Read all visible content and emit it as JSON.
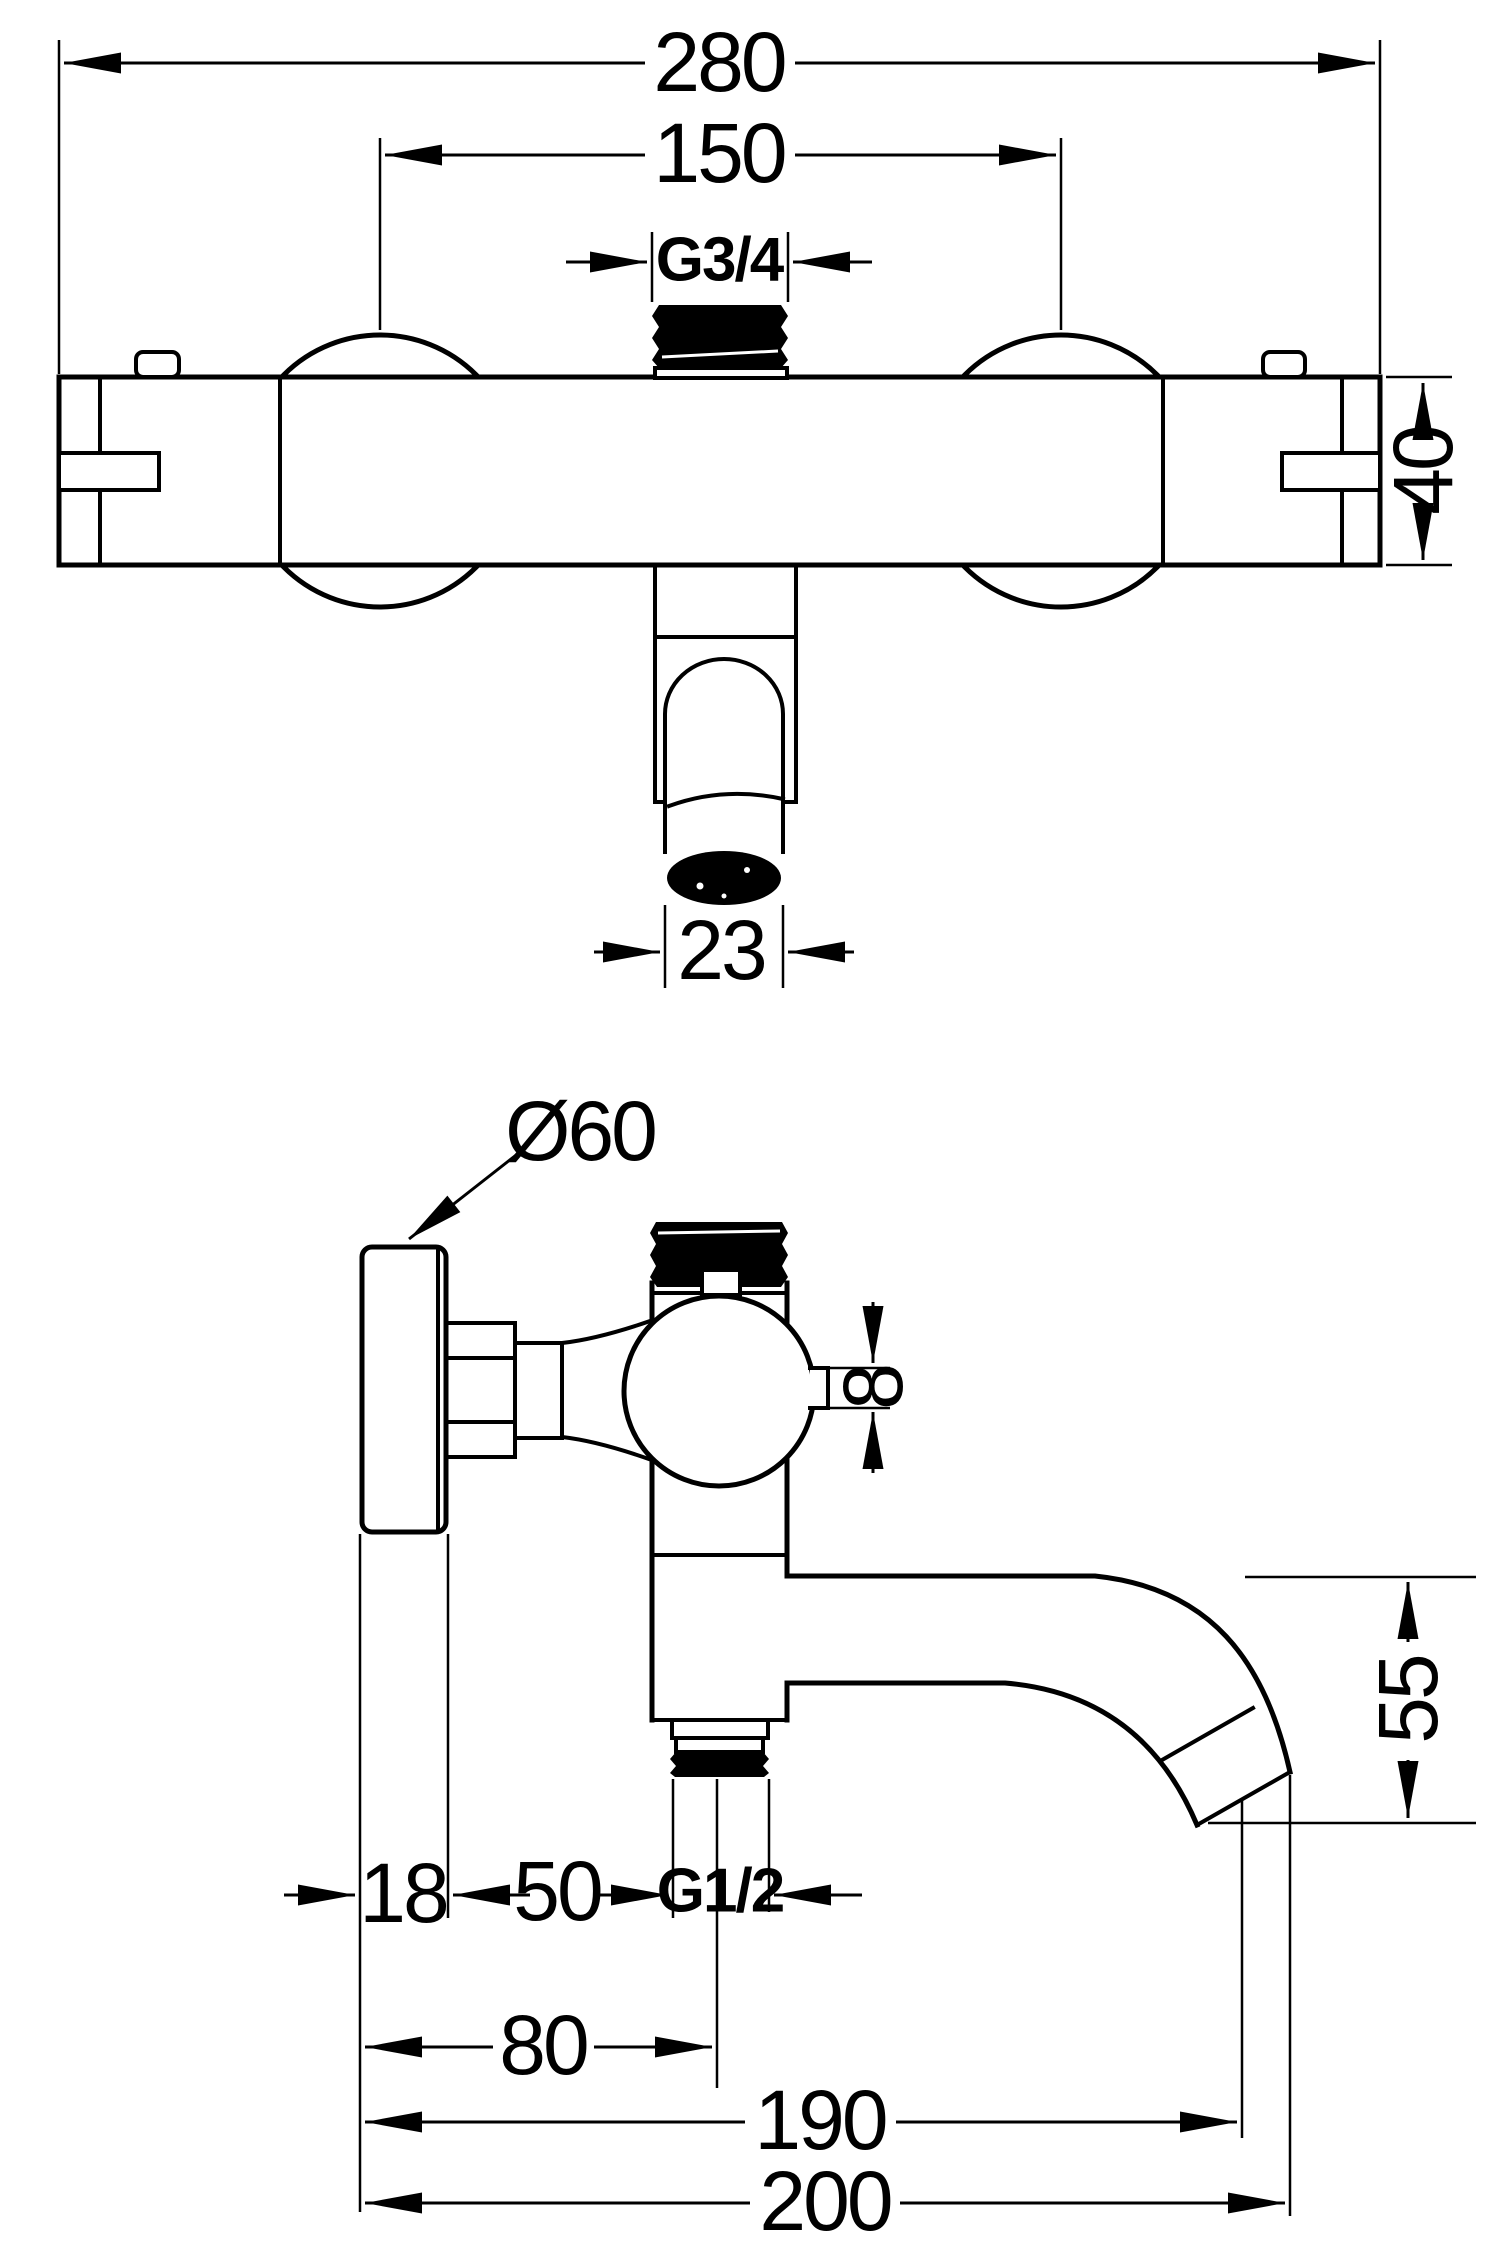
{
  "drawing_colors": {
    "line": "#000000",
    "background": "#ffffff"
  },
  "front": {
    "overall_width": "280",
    "center_spacing": "150",
    "shower_thread": "G3/4",
    "body_diameter": "40",
    "spout_tip_diameter": "23"
  },
  "side": {
    "escutcheon_diameter": "Ø60",
    "stub_height": "8",
    "spout_drop": "55",
    "escutcheon_depth": "18",
    "wall_to_thread": "50",
    "outlet_thread": "G1/2",
    "wall_to_outlet": "80",
    "spout_reach": "190",
    "overall_depth": "200"
  }
}
